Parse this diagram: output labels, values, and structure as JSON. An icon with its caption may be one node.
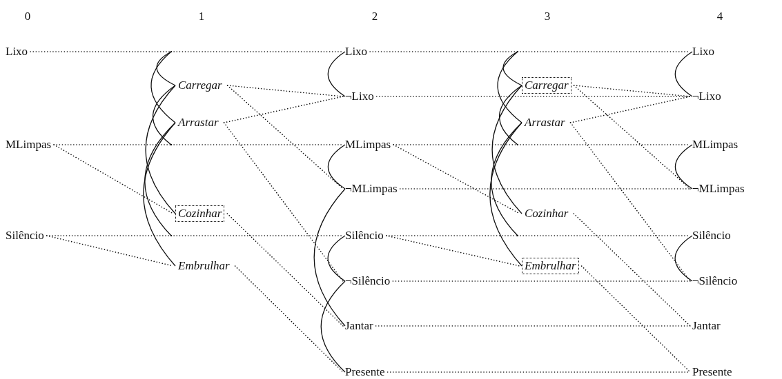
{
  "diagram": {
    "nodes": [
      {
        "text": [
          "Lixo"
        ]
      },
      {
        "text": [
          "MLimpas"
        ]
      },
      {
        "text": [
          "Silêncio"
        ]
      },
      {
        "text": [],
        "shape": "point"
      },
      {
        "text": [
          "Carregar"
        ]
      },
      {
        "text": [
          "Arrastar"
        ]
      },
      {
        "text": [],
        "shape": "point"
      },
      {
        "text": [
          "Cozinhar"
        ]
      },
      {
        "text": [],
        "shape": "point"
      },
      {
        "text": [
          "Embrulhar"
        ]
      },
      {
        "text": [
          "Lixo"
        ]
      },
      {
        "text": [
          "¬Lixo"
        ]
      },
      {
        "text": [
          "MLimpas"
        ]
      },
      {
        "text": [
          "¬MLimpas"
        ]
      },
      {
        "text": [
          "Silêncio"
        ]
      },
      {
        "text": [
          "¬Silêncio"
        ]
      },
      {
        "text": [
          "Jantar"
        ]
      },
      {
        "text": [
          "Presente"
        ]
      },
      {
        "text": [],
        "shape": "point"
      },
      {
        "text": [
          "Carregar"
        ]
      },
      {
        "text": [
          "Arrastar"
        ]
      },
      {
        "text": [],
        "shape": "point"
      },
      {
        "text": [
          "Cozinhar"
        ]
      },
      {
        "text": [],
        "shape": "point"
      },
      {
        "text": [
          "Embrulhar"
        ]
      },
      {
        "text": [
          "Lixo"
        ]
      },
      {
        "text": [
          "¬Lixo"
        ]
      },
      {
        "text": [
          "MLimpas"
        ]
      },
      {
        "text": [
          "¬MLimpas"
        ]
      },
      {
        "text": [
          "Silêncio"
        ]
      },
      {
        "text": [
          "¬Silêncio"
        ]
      },
      {
        "text": [
          "Jantar"
        ]
      },
      {
        "text": [
          "Presente"
        ]
      }
    ],
    "edges": [
      {
        "from": 0,
        "to": 3,
        "arrow": "none",
        "style": "dashed"
      },
      {
        "from": 3,
        "to": 10,
        "arrow": "none",
        "style": "dashed"
      },
      {
        "from": 1,
        "to": 6,
        "arrow": "none",
        "style": "dashed"
      },
      {
        "from": 6,
        "to": 12,
        "arrow": "none",
        "style": "dashed"
      },
      {
        "from": 2,
        "to": 8,
        "arrow": "none",
        "style": "dashed"
      },
      {
        "from": 8,
        "to": 14,
        "arrow": "none",
        "style": "dashed"
      },
      {
        "from": 1,
        "to": 7,
        "arrow": "none",
        "style": "dashed"
      },
      {
        "from": 2,
        "to": 9,
        "arrow": "none",
        "style": "dashed"
      },
      {
        "from": 4,
        "to": 11,
        "arrow": "none",
        "style": "dashed"
      },
      {
        "from": 4,
        "to": 13,
        "arrow": "none",
        "style": "dashed"
      },
      {
        "from": 5,
        "to": 11,
        "arrow": "none",
        "style": "dashed"
      },
      {
        "from": 5,
        "to": 15,
        "arrow": "none",
        "style": "dashed"
      },
      {
        "from": 7,
        "to": 16,
        "arrow": "none",
        "style": "dashed"
      },
      {
        "from": 9,
        "to": 17,
        "arrow": "none",
        "style": "dashed"
      },
      {
        "from": 3,
        "to": 4,
        "arrow": "none"
      },
      {
        "from": 3,
        "to": 5,
        "arrow": "none"
      },
      {
        "from": 4,
        "to": 6,
        "arrow": "none"
      },
      {
        "from": 4,
        "to": 7,
        "arrow": "none"
      },
      {
        "from": 5,
        "to": 8,
        "arrow": "none"
      },
      {
        "from": 5,
        "to": 9,
        "arrow": "none"
      },
      {
        "from": 10,
        "to": 11,
        "arrow": "none"
      },
      {
        "from": 12,
        "to": 13,
        "arrow": "none"
      },
      {
        "from": 14,
        "to": 15,
        "arrow": "none"
      },
      {
        "from": 13,
        "to": 16,
        "arrow": "none"
      },
      {
        "from": 15,
        "to": 17,
        "arrow": "none"
      },
      {
        "from": 10,
        "to": 18,
        "arrow": "none",
        "style": "dashed"
      },
      {
        "from": 18,
        "to": 25,
        "arrow": "none",
        "style": "dashed"
      },
      {
        "from": 11,
        "to": 26,
        "arrow": "none",
        "style": "dashed"
      },
      {
        "from": 12,
        "to": 21,
        "arrow": "none",
        "style": "dashed"
      },
      {
        "from": 21,
        "to": 27,
        "arrow": "none",
        "style": "dashed"
      },
      {
        "from": 13,
        "to": 28,
        "arrow": "none",
        "style": "dashed"
      },
      {
        "from": 14,
        "to": 23,
        "arrow": "none",
        "style": "dashed"
      },
      {
        "from": 23,
        "to": 29,
        "arrow": "none",
        "style": "dashed"
      },
      {
        "from": 15,
        "to": 30,
        "arrow": "none",
        "style": "dashed"
      },
      {
        "from": 16,
        "to": 31,
        "arrow": "none",
        "style": "dashed"
      },
      {
        "from": 17,
        "to": 32,
        "arrow": "none",
        "style": "dashed"
      },
      {
        "from": 12,
        "to": 22,
        "arrow": "none",
        "style": "dashed"
      },
      {
        "from": 14,
        "to": 24,
        "arrow": "none",
        "style": "dashed"
      },
      {
        "from": 19,
        "to": 26,
        "arrow": "none",
        "style": "dashed"
      },
      {
        "from": 19,
        "to": 28,
        "arrow": "none",
        "style": "dashed"
      },
      {
        "from": 20,
        "to": 26,
        "arrow": "none",
        "style": "dashed"
      },
      {
        "from": 20,
        "to": 30,
        "arrow": "none",
        "style": "dashed"
      },
      {
        "from": 22,
        "to": 31,
        "arrow": "none",
        "style": "dashed"
      },
      {
        "from": 24,
        "to": 32,
        "arrow": "none",
        "style": "dashed"
      },
      {
        "from": 18,
        "to": 19,
        "arrow": "none"
      },
      {
        "from": 18,
        "to": 20,
        "arrow": "none"
      },
      {
        "from": 19,
        "to": 21,
        "arrow": "none"
      },
      {
        "from": 19,
        "to": 22,
        "arrow": "none"
      },
      {
        "from": 20,
        "to": 23,
        "arrow": "none"
      },
      {
        "from": 20,
        "to": 24,
        "arrow": "none"
      },
      {
        "from": 25,
        "to": 26,
        "arrow": "none"
      },
      {
        "from": 27,
        "to": 28,
        "arrow": "none"
      },
      {
        "from": 29,
        "to": 30,
        "arrow": "none"
      }
    ],
    "labels": [
      "0",
      "1",
      "2",
      "3",
      "4"
    ]
  }
}
